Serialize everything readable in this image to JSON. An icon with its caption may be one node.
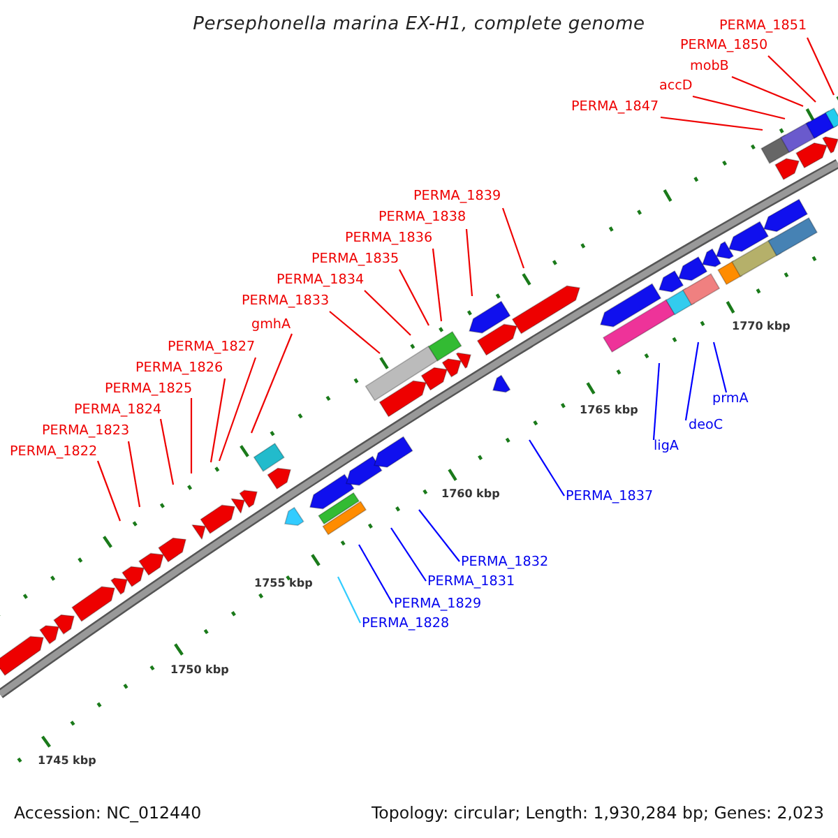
{
  "diagram": {
    "title": "Persephonella marina EX-H1, complete genome",
    "nodes": [
      {
        "text": [
          "PERMA_1851"
        ]
      },
      {
        "text": [
          "PERMA_1850"
        ]
      },
      {
        "text": [
          "mobB"
        ]
      },
      {
        "text": [
          "accD"
        ]
      },
      {
        "text": [
          "PERMA_1847"
        ]
      },
      {
        "text": [
          "PERMA_1839"
        ]
      },
      {
        "text": [
          "PERMA_1838"
        ]
      },
      {
        "text": [
          "PERMA_1836"
        ]
      },
      {
        "text": [
          "PERMA_1835"
        ]
      },
      {
        "text": [
          "PERMA_1834"
        ]
      },
      {
        "text": [
          "PERMA_1833"
        ]
      },
      {
        "text": [
          "gmhA"
        ]
      },
      {
        "text": [
          "PERMA_1827"
        ]
      },
      {
        "text": [
          "PERMA_1826"
        ]
      },
      {
        "text": [
          "PERMA_1825"
        ]
      },
      {
        "text": [
          "PERMA_1824"
        ]
      },
      {
        "text": [
          "PERMA_1823"
        ]
      },
      {
        "text": [
          "PERMA_1822"
        ]
      },
      {
        "text": [
          "prmA"
        ]
      },
      {
        "text": [
          "deoC"
        ]
      },
      {
        "text": [
          "ligA"
        ]
      },
      {
        "text": [
          "PERMA_1837"
        ]
      },
      {
        "text": [
          "PERMA_1832"
        ]
      },
      {
        "text": [
          "PERMA_1831"
        ]
      },
      {
        "text": [
          "PERMA_1829"
        ]
      },
      {
        "text": [
          "PERMA_1828"
        ]
      }
    ],
    "edges": [
      {
        "from": 0,
        "to": null,
        "arrow": "none"
      },
      {
        "from": 1,
        "to": null,
        "arrow": "none"
      },
      {
        "from": 2,
        "to": null,
        "arrow": "none"
      },
      {
        "from": 3,
        "to": null,
        "arrow": "none"
      },
      {
        "from": 4,
        "to": null,
        "arrow": "none"
      },
      {
        "from": 5,
        "to": null,
        "arrow": "none"
      },
      {
        "from": 6,
        "to": null,
        "arrow": "none"
      },
      {
        "from": 7,
        "to": null,
        "arrow": "none"
      },
      {
        "from": 8,
        "to": null,
        "arrow": "none"
      },
      {
        "from": 9,
        "to": null,
        "arrow": "none"
      },
      {
        "from": 10,
        "to": null,
        "arrow": "none"
      },
      {
        "from": 11,
        "to": null,
        "arrow": "none"
      },
      {
        "from": 12,
        "to": null,
        "arrow": "none"
      },
      {
        "from": 13,
        "to": null,
        "arrow": "none"
      },
      {
        "from": 14,
        "to": null,
        "arrow": "none"
      },
      {
        "from": 15,
        "to": null,
        "arrow": "none"
      },
      {
        "from": 16,
        "to": null,
        "arrow": "none"
      },
      {
        "from": 17,
        "to": null,
        "arrow": "none"
      },
      {
        "from": 18,
        "to": null,
        "arrow": "none",
        "color": "#0000ff"
      },
      {
        "from": 19,
        "to": null,
        "arrow": "none",
        "color": "#0000ff"
      },
      {
        "from": 20,
        "to": null,
        "arrow": "none",
        "color": "#0000ff"
      },
      {
        "from": 21,
        "to": null,
        "arrow": "none",
        "color": "#0000ff"
      },
      {
        "from": 22,
        "to": null,
        "arrow": "none",
        "color": "#0000ff"
      },
      {
        "from": 23,
        "to": null,
        "arrow": "none",
        "color": "#0000ff"
      },
      {
        "from": 24,
        "to": null,
        "arrow": "none",
        "color": "#0000ff"
      },
      {
        "from": 25,
        "to": null,
        "arrow": "none",
        "color": "#33ccff"
      }
    ],
    "labels": [
      "1770 kbp",
      "1765 kbp",
      "1760 kbp",
      "1755 kbp",
      "1750 kbp",
      "1745 kbp",
      "Accession: NC_012440",
      "Topology: circular; Length: 1,930,284 bp; Genes: 2,023"
    ]
  }
}
